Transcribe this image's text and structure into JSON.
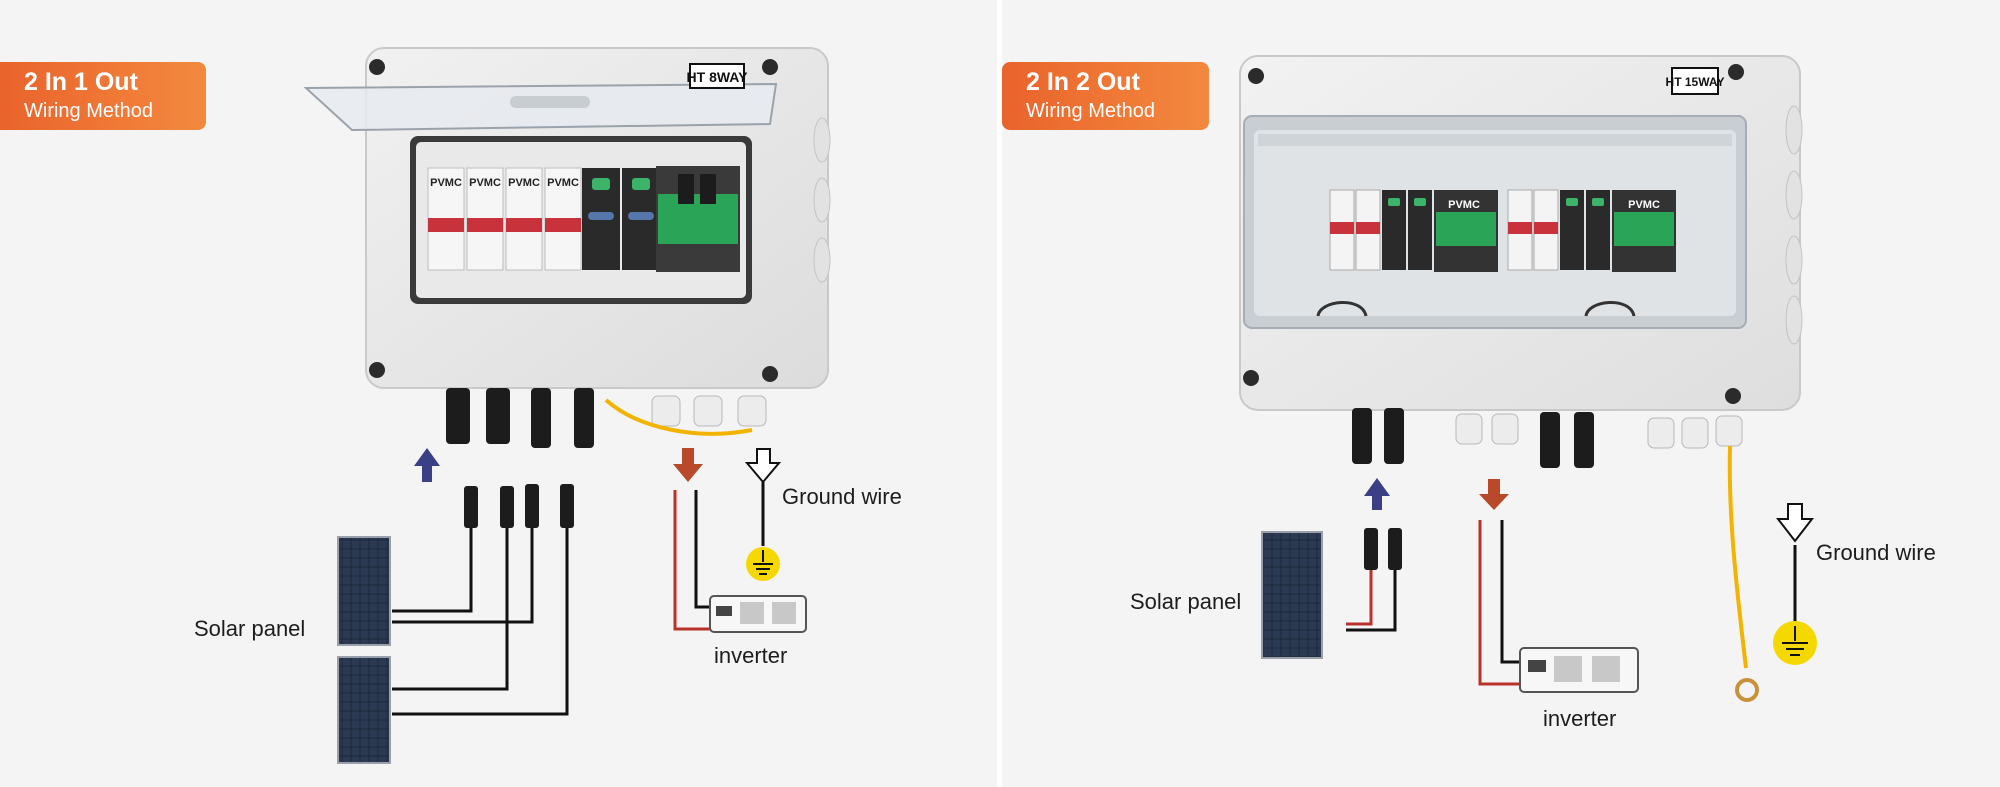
{
  "left": {
    "tag": {
      "title": "2 In 1 Out",
      "subtitle": "Wiring Method"
    },
    "box_label": "HT 8WAY",
    "module_brand": "PVMC",
    "labels": {
      "ground": "Ground wire",
      "solar": "Solar panel",
      "inverter": "inverter"
    }
  },
  "right": {
    "tag": {
      "title": "2 In 2 Out",
      "subtitle": "Wiring Method"
    },
    "box_label": "HT 15WAY",
    "module_brand": "PVMC",
    "labels": {
      "ground": "Ground wire",
      "solar": "Solar panel",
      "inverter": "inverter"
    }
  },
  "colors": {
    "tag_orange": "#ee6f31",
    "arrow_up": "#3a3f86",
    "arrow_down": "#b8492a",
    "wire_red": "#b8322a",
    "wire_black": "#111111",
    "ground_wire": "#f2b400",
    "ground_symbol": "#f5d800"
  },
  "icons": [
    "arrow-up-icon",
    "arrow-down-icon",
    "ground-arrow-icon",
    "ground-symbol-icon",
    "solar-panel-icon",
    "inverter-icon",
    "mc4-connector-icon"
  ]
}
